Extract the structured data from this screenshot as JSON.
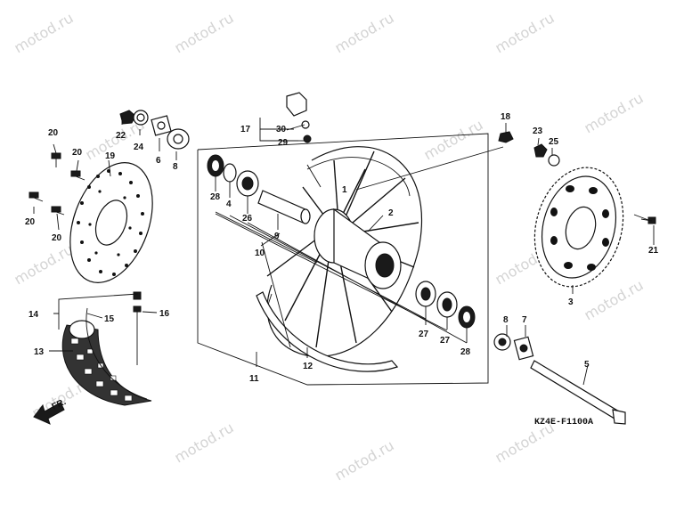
{
  "watermark": "motod.ru",
  "diagram_code": "KZ4E-F1100A",
  "direction_label": "FR.",
  "callouts": {
    "c1": "1",
    "c2": "2",
    "c3": "3",
    "c4": "4",
    "c5": "5",
    "c6": "6",
    "c7": "7",
    "c8a": "8",
    "c8b": "8",
    "c9": "9",
    "c10": "10",
    "c11": "11",
    "c12": "12",
    "c13": "13",
    "c14": "14",
    "c15": "15",
    "c16": "16",
    "c17": "17",
    "c18": "18",
    "c19": "19",
    "c20a": "20",
    "c20b": "20",
    "c20c": "20",
    "c20d": "20",
    "c21": "21",
    "c22": "22",
    "c23": "23",
    "c24": "24",
    "c25": "25",
    "c26": "26",
    "c27a": "27",
    "c27b": "27",
    "c28a": "28",
    "c28b": "28",
    "c29": "29",
    "c30": "30"
  }
}
